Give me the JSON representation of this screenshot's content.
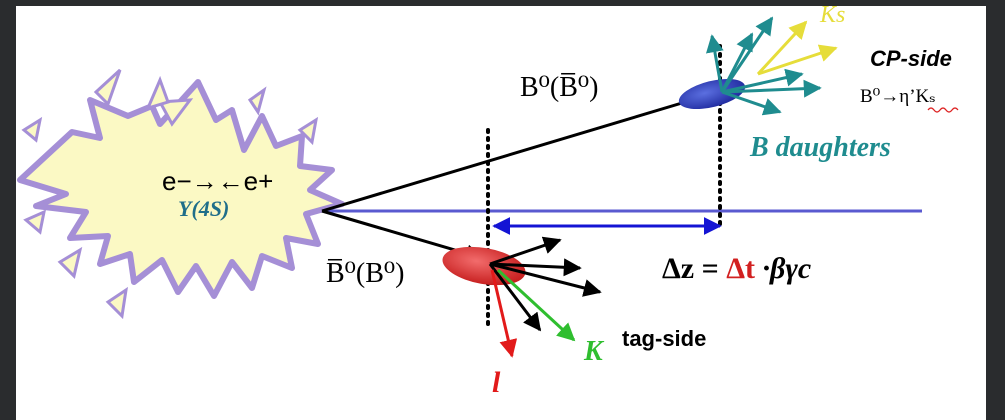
{
  "colors": {
    "frame": "#2a2c2e",
    "panel": "#ffffff",
    "beamline": "#5a5ad0",
    "blast_fill": "#fbf9c4",
    "blast_outline": "#a58fd6",
    "cp_vertex": "#2233bb",
    "tag_vertex": "#e23030",
    "teal": "#1f8c8f",
    "yellow": "#e6dd3a",
    "red": "#e21a1a",
    "green": "#2fbe2f",
    "dz_arrow": "#1414d4",
    "delta_t": "#d22020"
  },
  "collision": {
    "beams": "e−→←e+",
    "resonance": "Υ(4S)"
  },
  "labels": {
    "b_upper": "B⁰(B̅⁰)",
    "b_lower": "B̅⁰(B⁰)",
    "ks": "Ks",
    "cp_side": "CP-side",
    "decay_mode": "B⁰→η’Kₛ",
    "b_daughters": "B daughters",
    "delta_z_formula": "Δz = Δt ·βγc",
    "tag_side": "tag-side",
    "kaon": "K",
    "lepton": "l"
  }
}
